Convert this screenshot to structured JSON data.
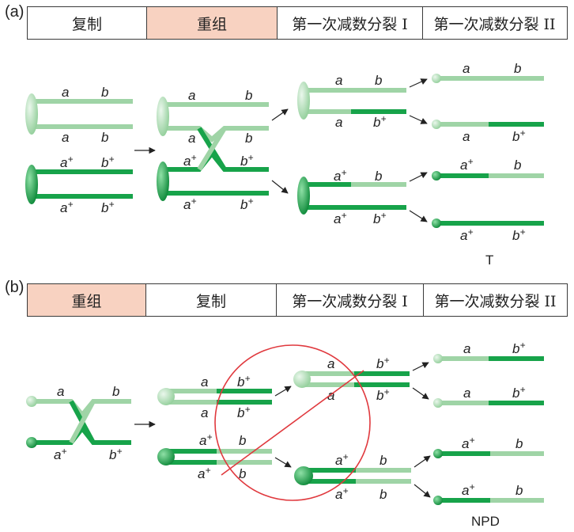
{
  "panels": [
    {
      "tag": "(a)",
      "headers": [
        "复制",
        "重组",
        "第一次减数分裂 I",
        "第一次减数分裂 II"
      ],
      "highlight_index": 1,
      "result_label": "T"
    },
    {
      "tag": "(b)",
      "headers": [
        "重组",
        "复制",
        "第一次减数分裂 I",
        "第一次减数分裂 II"
      ],
      "highlight_index": 0,
      "result_label": "NPD"
    }
  ],
  "alleles": {
    "a": "a",
    "b": "b",
    "a_plus": "a",
    "b_plus": "b",
    "plus": "+"
  },
  "colors": {
    "light_green": "#9fd4a6",
    "dark_green": "#17a34a",
    "highlight": "#f8d2c1",
    "cross_out": "#e0393e"
  }
}
